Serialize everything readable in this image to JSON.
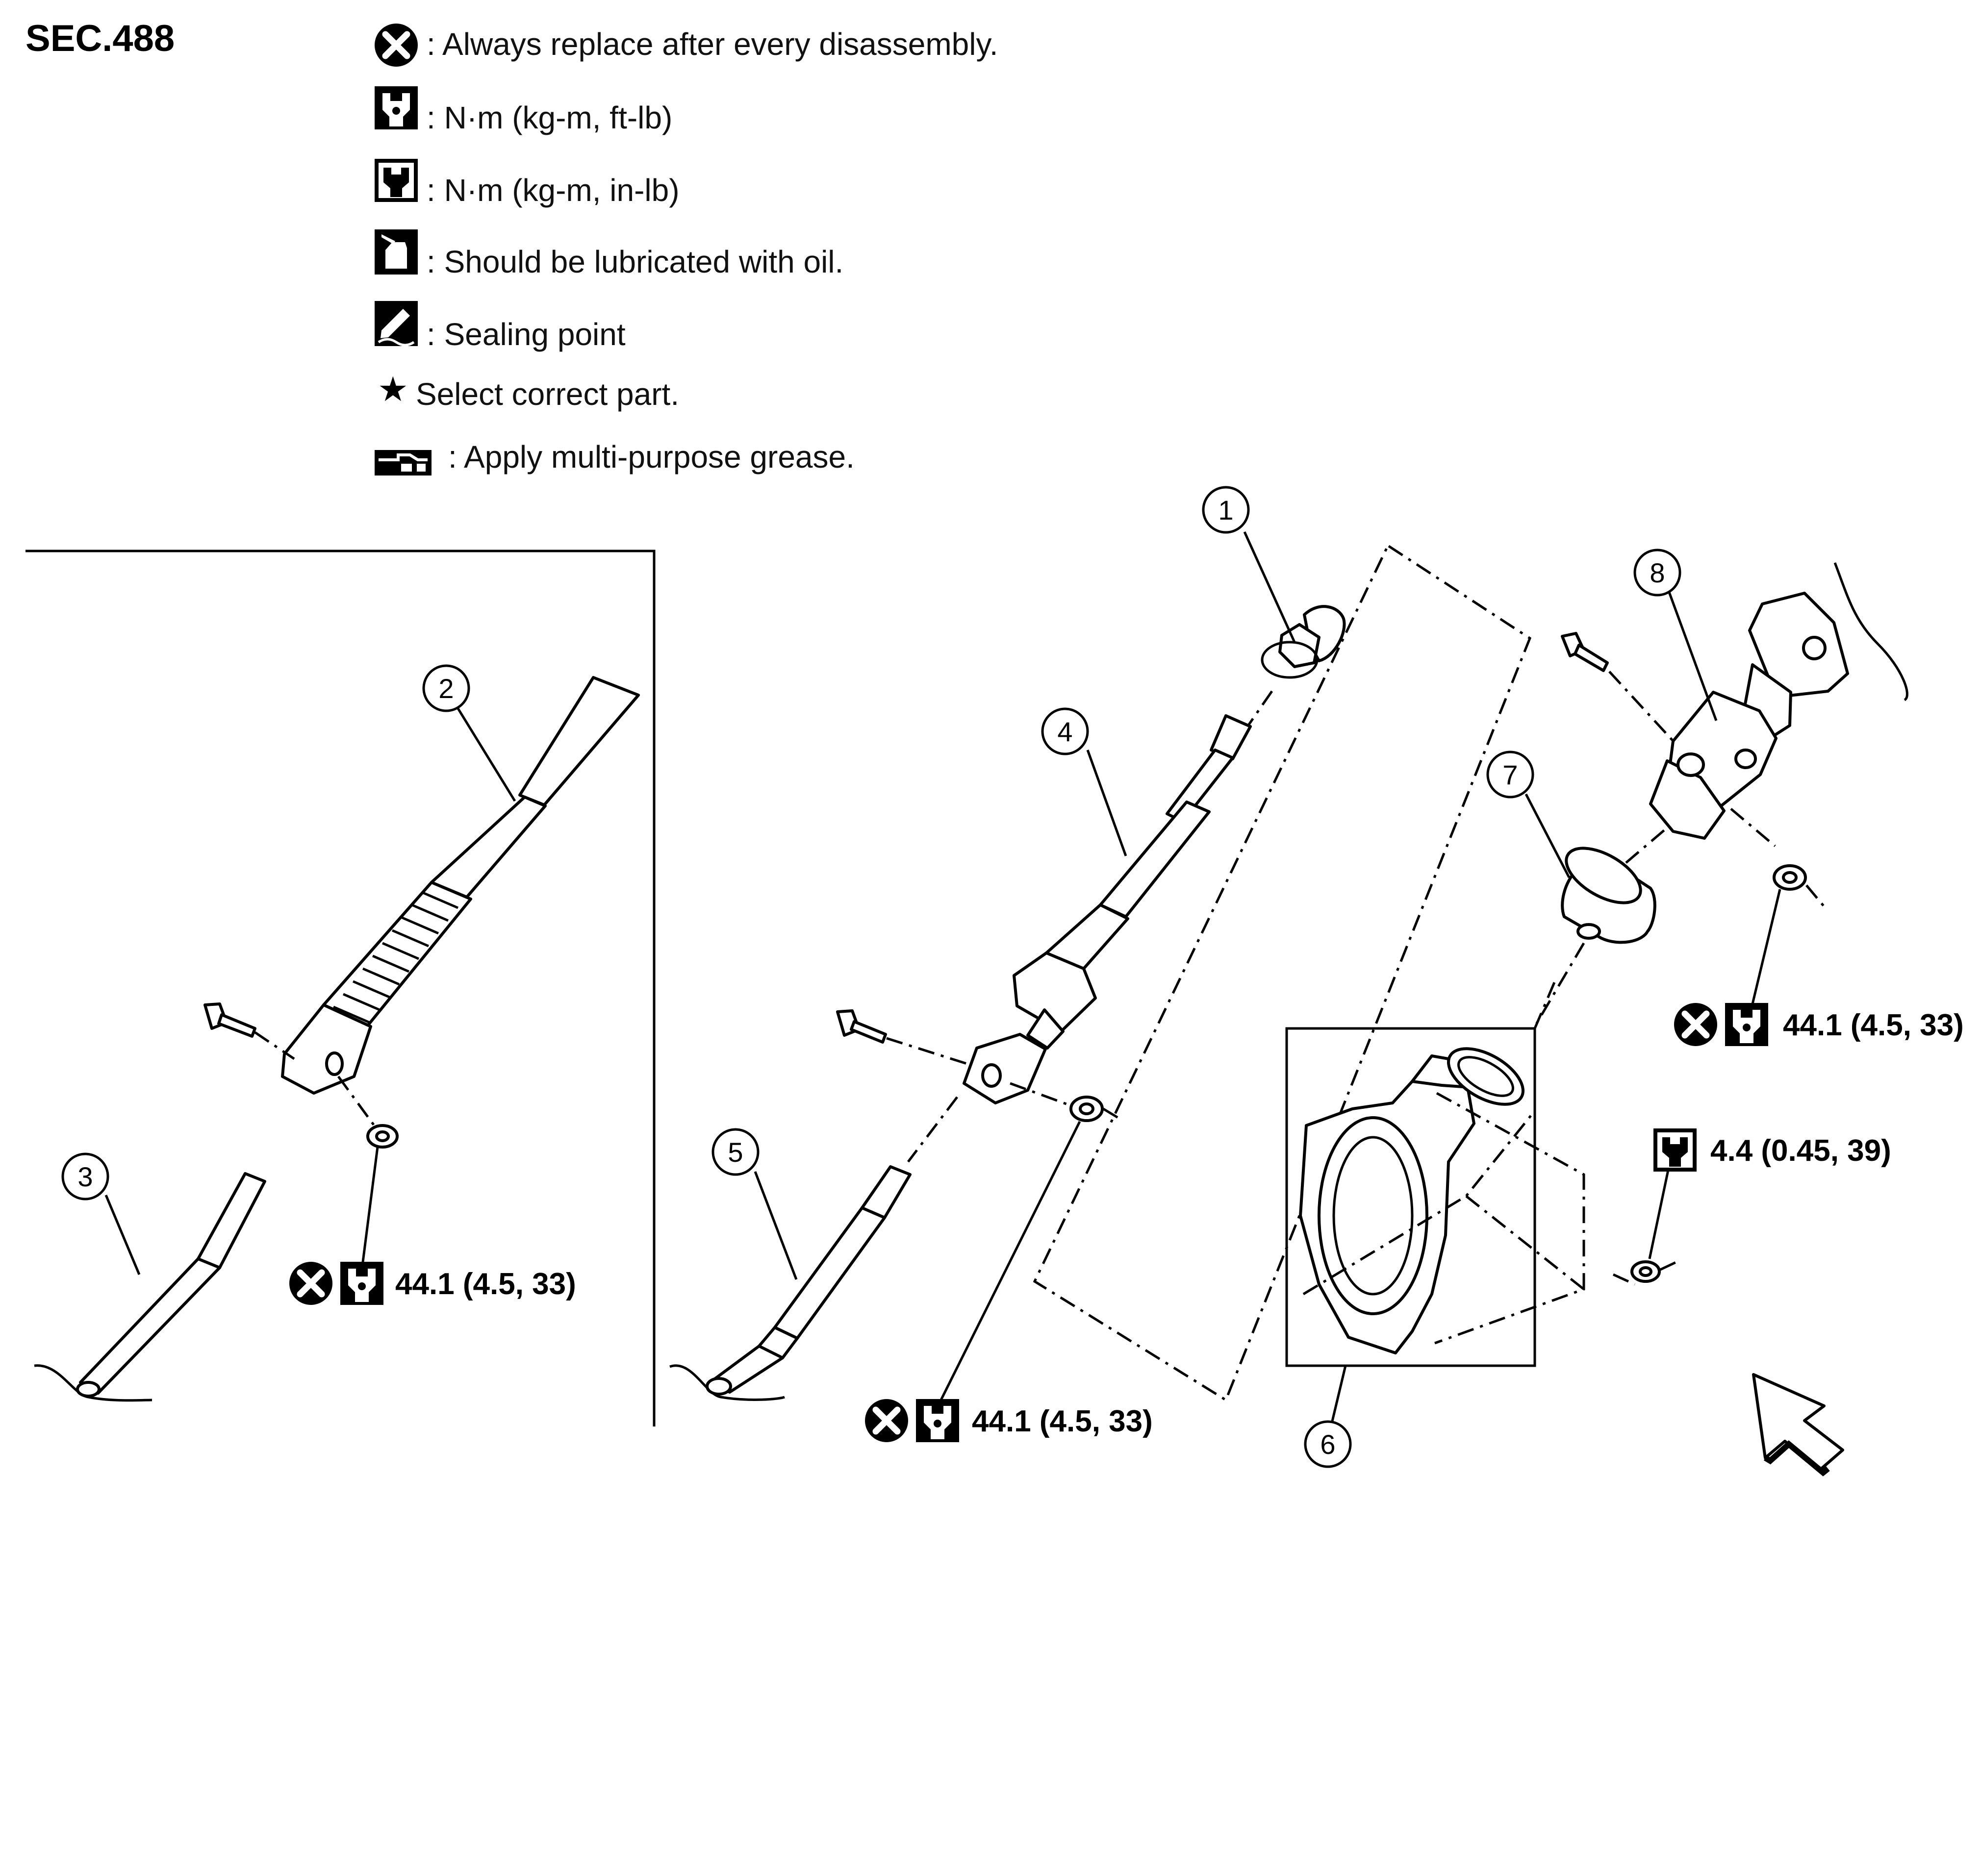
{
  "section": "SEC.488",
  "legend": [
    {
      "icon": "always-replace-icon",
      "text": ": Always replace after every disassembly."
    },
    {
      "icon": "torque-ftlb-icon",
      "text": ": N·m (kg-m, ft-lb)"
    },
    {
      "icon": "torque-inlb-icon",
      "text": ": N·m (kg-m, in-lb)"
    },
    {
      "icon": "oil-can-icon",
      "text": ": Should be lubricated with oil."
    },
    {
      "icon": "sealing-point-icon",
      "text": ": Sealing point"
    },
    {
      "icon": "star-icon",
      "text": "Select correct part."
    },
    {
      "icon": "grease-icon",
      "text": ": Apply multi-purpose grease."
    }
  ],
  "callouts": [
    "1",
    "2",
    "3",
    "4",
    "5",
    "6",
    "7",
    "8"
  ],
  "torques": [
    {
      "value": "44.1 (4.5, 33)",
      "icons": [
        "always-replace-icon",
        "torque-ftlb-icon"
      ]
    },
    {
      "value": "44.1 (4.5, 33)",
      "icons": [
        "always-replace-icon",
        "torque-ftlb-icon"
      ]
    },
    {
      "value": "44.1 (4.5, 33)",
      "icons": [
        "always-replace-icon",
        "torque-ftlb-icon"
      ]
    },
    {
      "value": "4.4 (0.45, 39)",
      "icons": [
        "torque-inlb-icon"
      ]
    }
  ],
  "colors": {
    "ink": "#000000",
    "paper": "#ffffff"
  }
}
